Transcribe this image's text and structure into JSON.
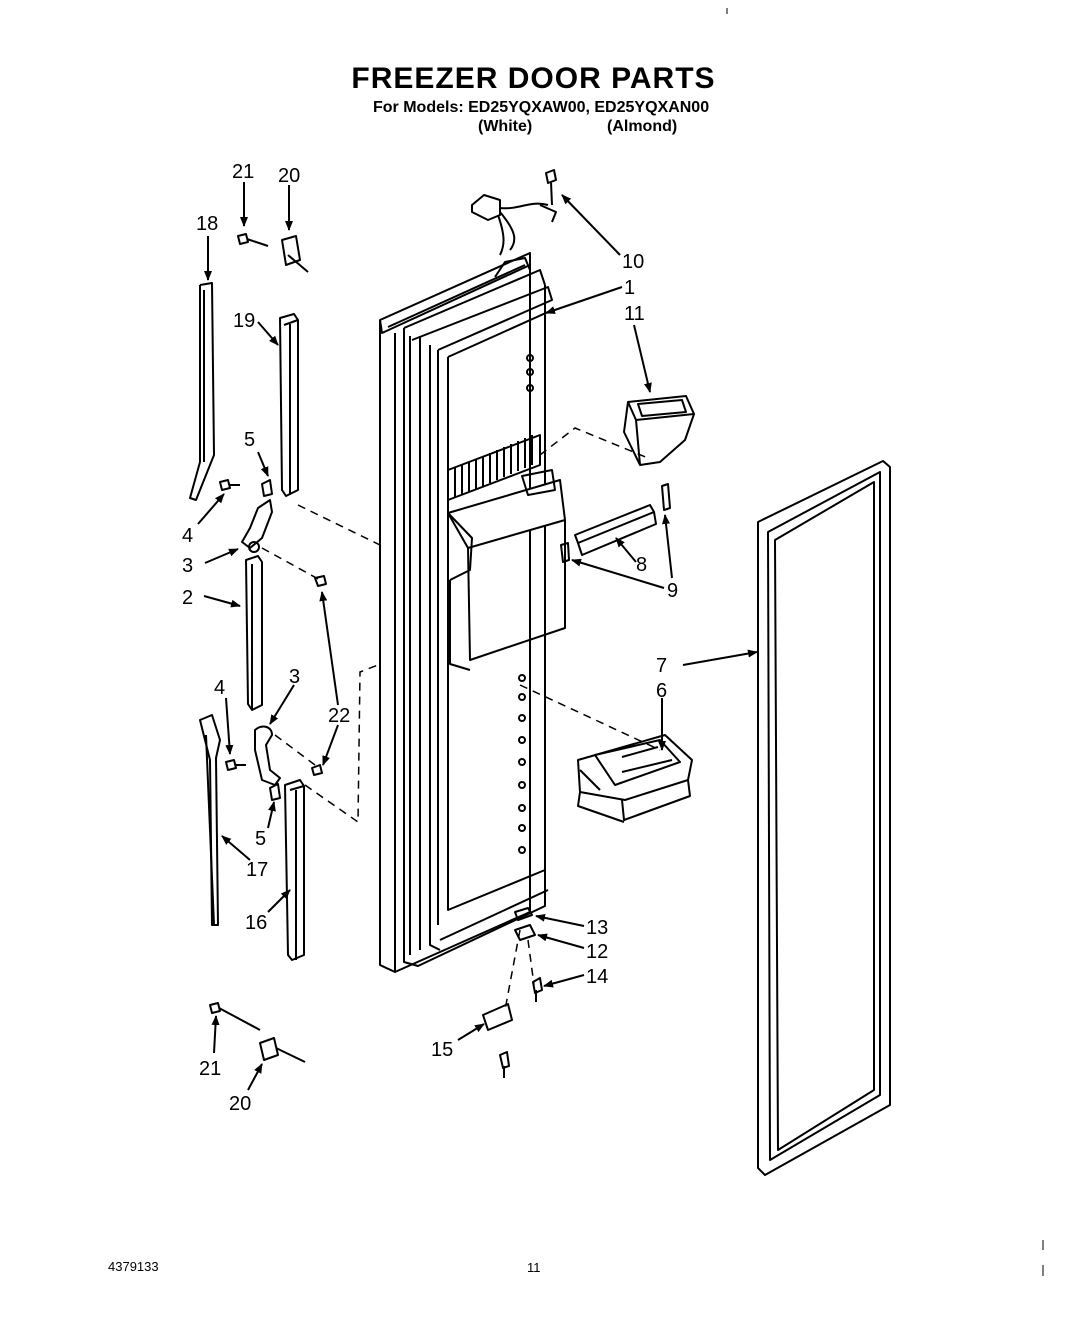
{
  "header": {
    "title": "FREEZER DOOR PARTS",
    "models_line": "For Models: ED25YQXAW00, ED25YQXAN00",
    "variant_white": "(White)",
    "variant_almond": "(Almond)"
  },
  "callouts": [
    "21",
    "20",
    "18",
    "19",
    "5",
    "4",
    "3",
    "2",
    "4",
    "3",
    "22",
    "5",
    "17",
    "16",
    "21",
    "20",
    "10",
    "1",
    "11",
    "8",
    "9",
    "7",
    "6",
    "13",
    "12",
    "14",
    "15"
  ],
  "footer": {
    "code": "4379133",
    "page": "11"
  }
}
